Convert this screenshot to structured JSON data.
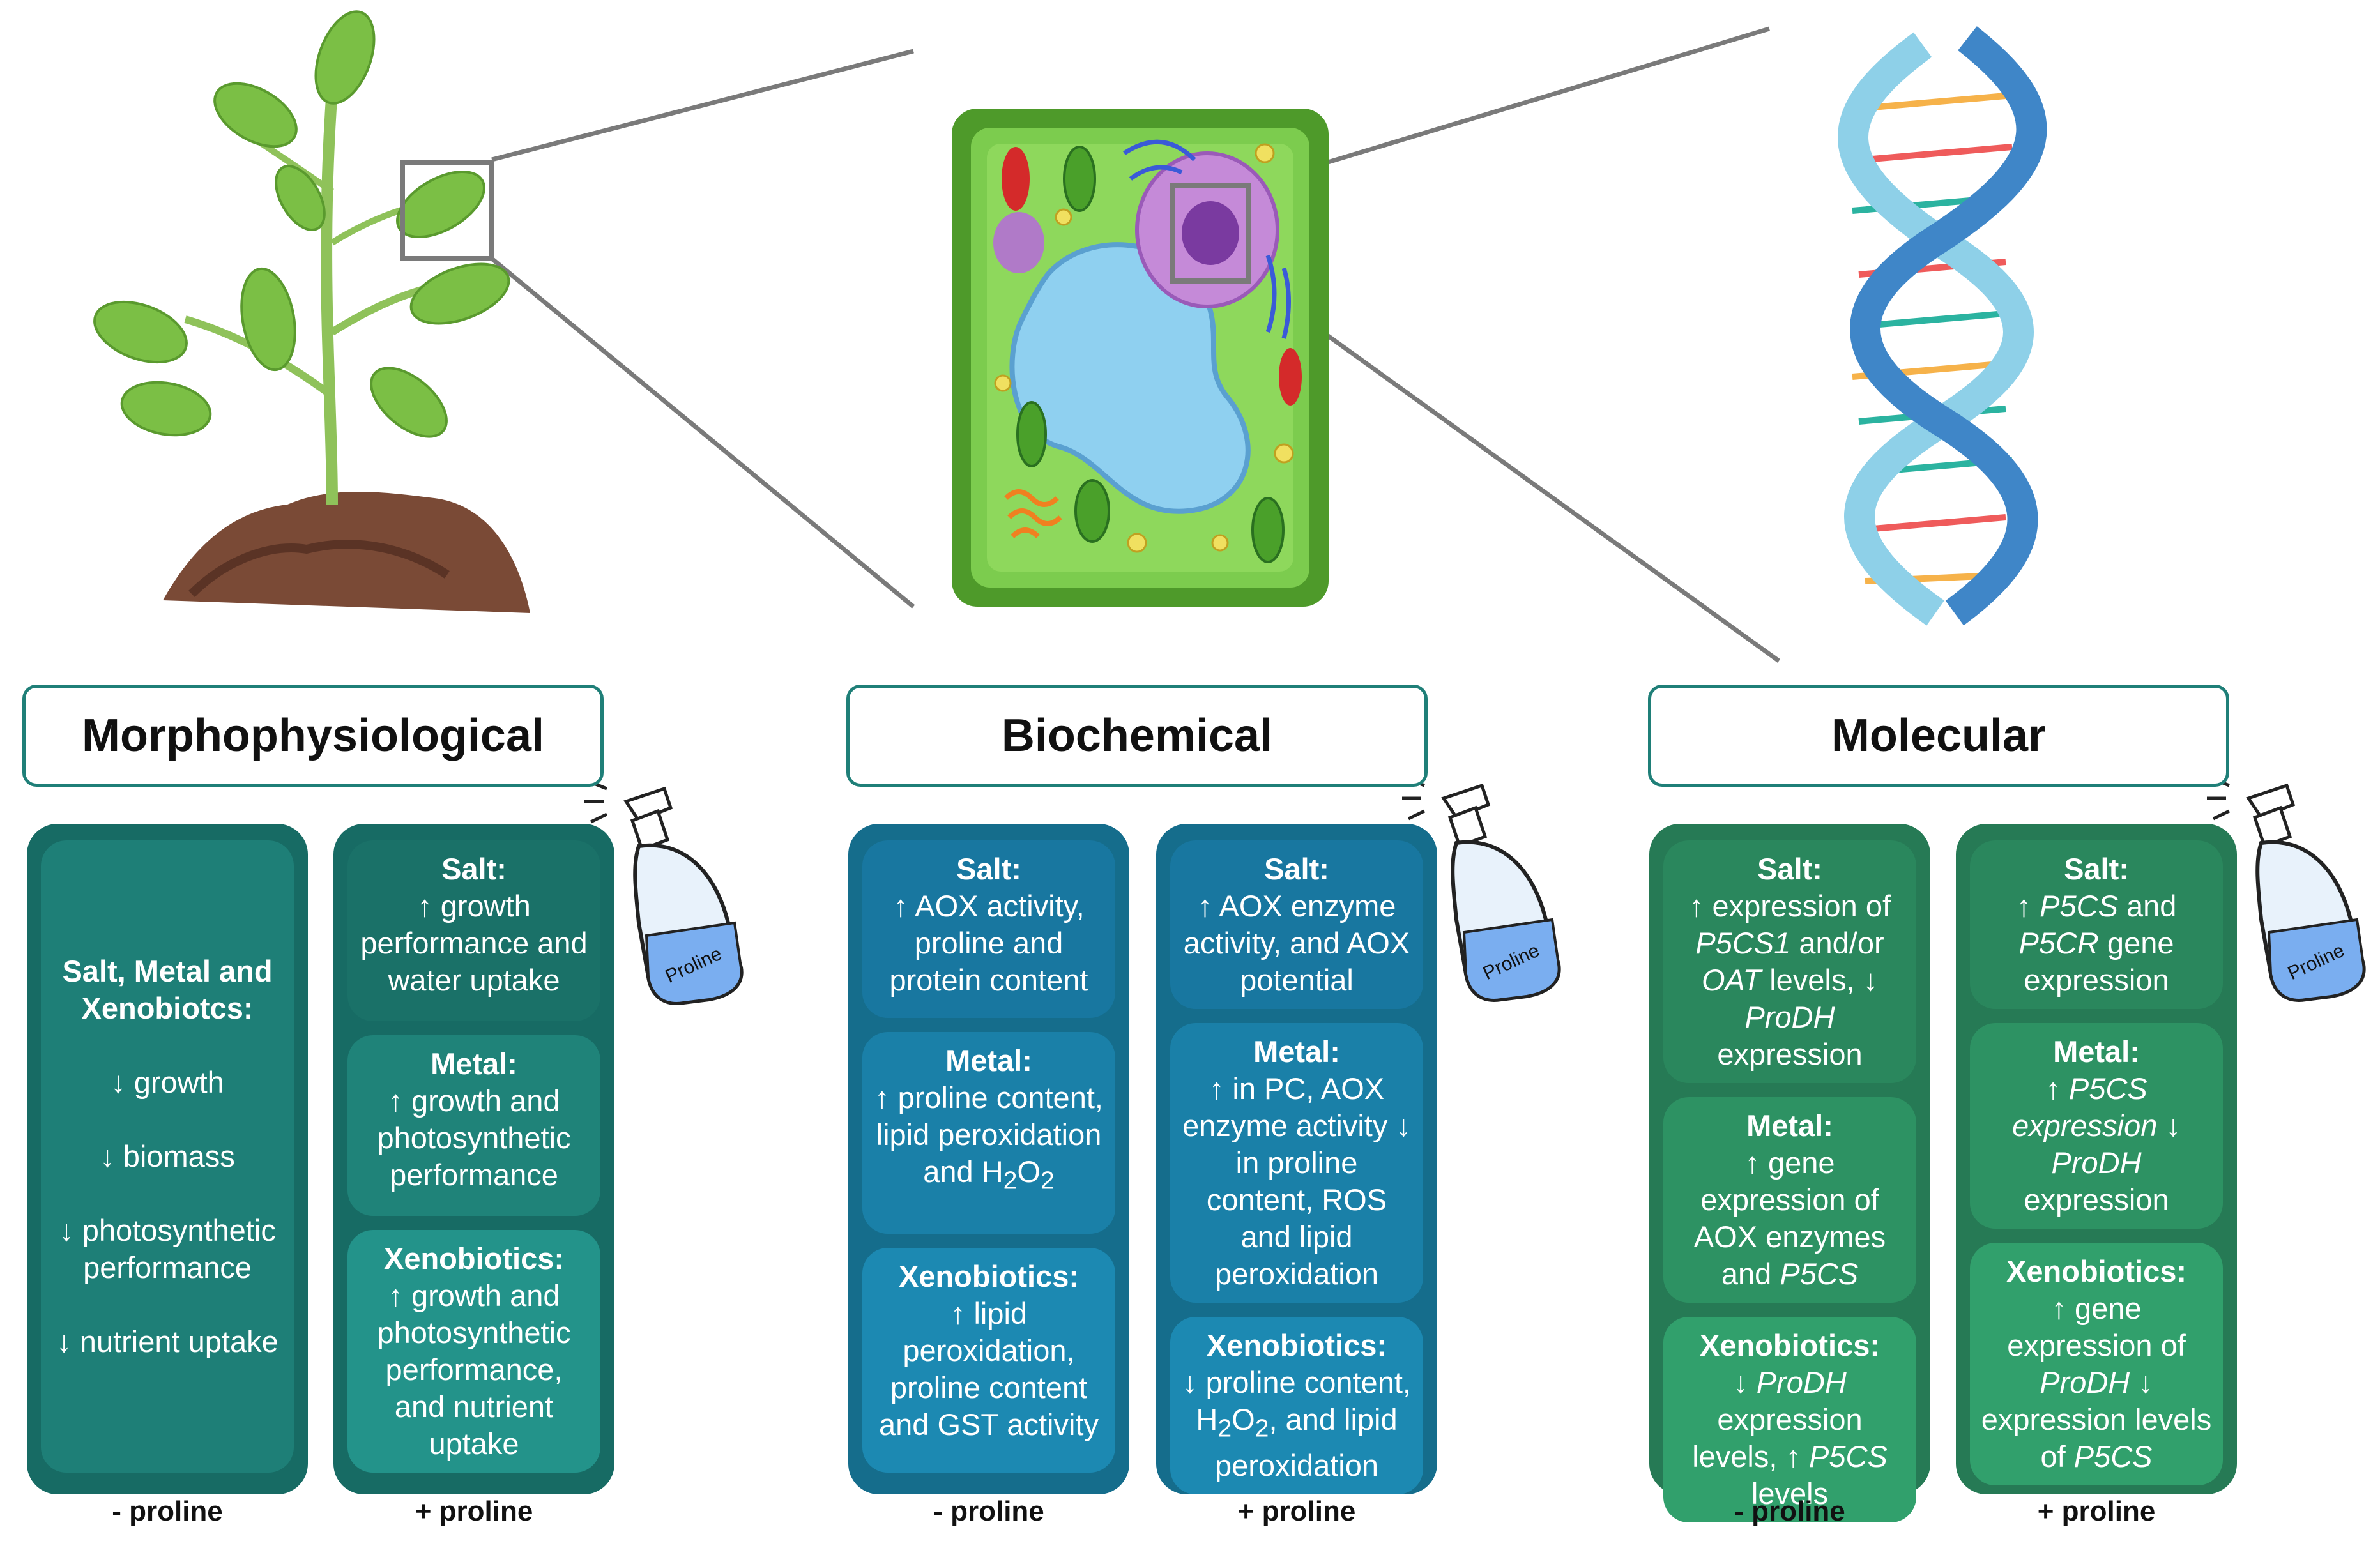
{
  "colors": {
    "morpho": "#1e7f77",
    "bio": "#1b7fa0",
    "mol": "#2e9265",
    "header_border": "#1f7f78"
  },
  "icons": [
    "plant-illustration",
    "plant-cell-illustration",
    "dna-helix-illustration",
    "spray-bottle-icon"
  ],
  "spray_label": "Proline",
  "columns": {
    "morpho": {
      "title": "Morphophysiological",
      "minus": {
        "heading": "Salt, Metal and Xenobiotcs:",
        "items": [
          "↓ growth",
          "↓ biomass",
          "↓ photosynthetic performance",
          "↓ nutrient uptake"
        ]
      },
      "plus": [
        {
          "t": "Salt:",
          "b": "↑ growth performance and water uptake"
        },
        {
          "t": "Metal:",
          "b": "↑ growth and photosynthetic performance"
        },
        {
          "t": "Xenobiotics:",
          "b": "↑ growth and photosynthetic performance, and nutrient uptake"
        }
      ]
    },
    "bio": {
      "title": "Biochemical",
      "minus": [
        {
          "t": "Salt:",
          "b": "↑ AOX activity, proline and protein content"
        },
        {
          "t": "Metal:",
          "b1": "↑ proline content, lipid peroxidation and H",
          "sub": "2",
          "b2": "O",
          "sub2": "2"
        },
        {
          "t": "Xenobiotics:",
          "b": "↑ lipid peroxidation, proline content and GST activity"
        }
      ],
      "plus": [
        {
          "t": "Salt:",
          "b": "↑ AOX enzyme activity, and AOX potential"
        },
        {
          "t": "Metal:",
          "b": "↑ in PC, AOX enzyme activity ↓ in proline content, ROS and lipid peroxidation"
        },
        {
          "t": "Xenobiotics:",
          "b1": "↓ proline content, H",
          "sub": "2",
          "b2": "O",
          "sub2": "2",
          "b3": ", and lipid peroxidation"
        }
      ]
    },
    "mol": {
      "title": "Molecular",
      "minus": [
        {
          "t": "Salt:",
          "parts": [
            "↑ expression of ",
            "P5CS1",
            " and/or ",
            "OAT",
            " levels, ↓ ",
            "ProDH",
            " expression"
          ]
        },
        {
          "t": "Metal:",
          "parts": [
            "↑ gene expression of AOX enzymes and ",
            "P5CS",
            ""
          ]
        },
        {
          "t": "Xenobiotics:",
          "parts": [
            "↓ ",
            "ProDH",
            " expression levels, ↑ ",
            "P5CS",
            " levels"
          ]
        }
      ],
      "plus": [
        {
          "t": "Salt:",
          "parts": [
            "↑ ",
            "P5CS",
            " and ",
            "P5CR",
            " gene expression"
          ]
        },
        {
          "t": "Metal:",
          "parts": [
            "↑ ",
            "P5CS expression",
            " ↓ ",
            "ProDH",
            " expression"
          ]
        },
        {
          "t": "Xenobiotics:",
          "parts": [
            "↑ gene expression of ",
            "ProDH",
            " ↓ expression levels of ",
            "P5CS",
            ""
          ]
        }
      ]
    }
  },
  "labels": {
    "minus": "- proline",
    "plus": "+ proline"
  }
}
